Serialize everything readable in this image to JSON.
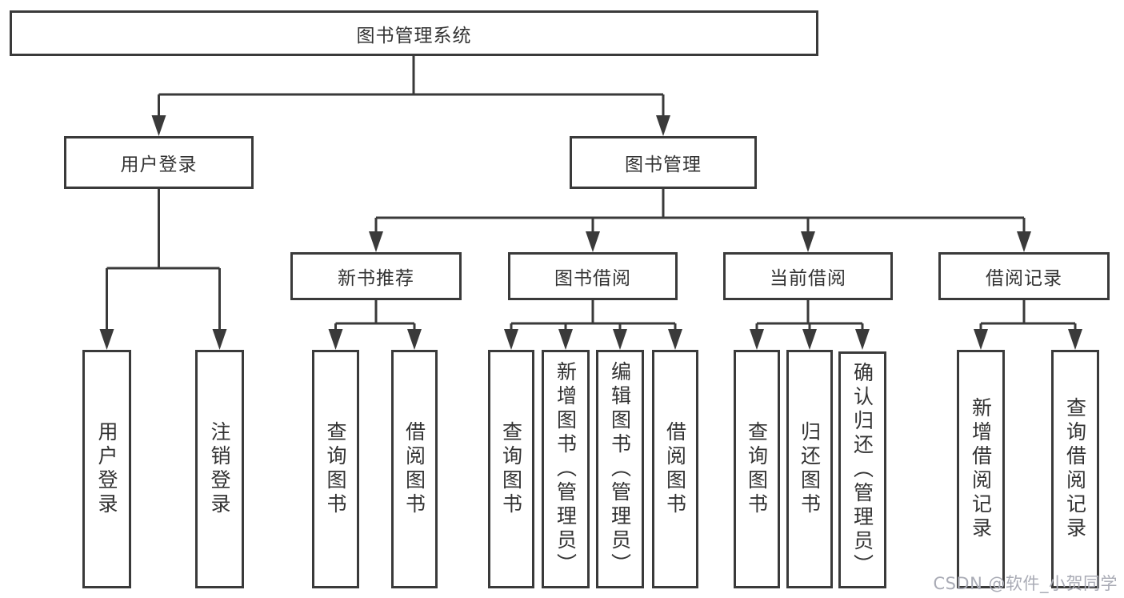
{
  "diagram": {
    "root": {
      "label": "图书管理系统"
    },
    "branches": [
      {
        "label": "用户登录",
        "children": [
          {
            "label": "用户登录"
          },
          {
            "label": "注销登录"
          }
        ]
      },
      {
        "label": "图书管理",
        "children": [
          {
            "label": "新书推荐",
            "children": [
              {
                "label": "查询图书"
              },
              {
                "label": "借阅图书"
              }
            ]
          },
          {
            "label": "图书借阅",
            "children": [
              {
                "label": "查询图书"
              },
              {
                "label": "新增图书（管理员）"
              },
              {
                "label": "编辑图书（管理员）"
              },
              {
                "label": "借阅图书"
              }
            ]
          },
          {
            "label": "当前借阅",
            "children": [
              {
                "label": "查询图书"
              },
              {
                "label": "归还图书"
              },
              {
                "label": "确认归还（管理员）"
              }
            ]
          },
          {
            "label": "借阅记录",
            "children": [
              {
                "label": "新增借阅记录"
              },
              {
                "label": "查询借阅记录"
              }
            ]
          }
        ]
      }
    ]
  },
  "watermark": {
    "text": "CSDN @软件_小贺同学"
  },
  "colors": {
    "line": "#3a3a3a",
    "text": "#333333",
    "background": "#ffffff",
    "watermark": "#a9abb5"
  }
}
